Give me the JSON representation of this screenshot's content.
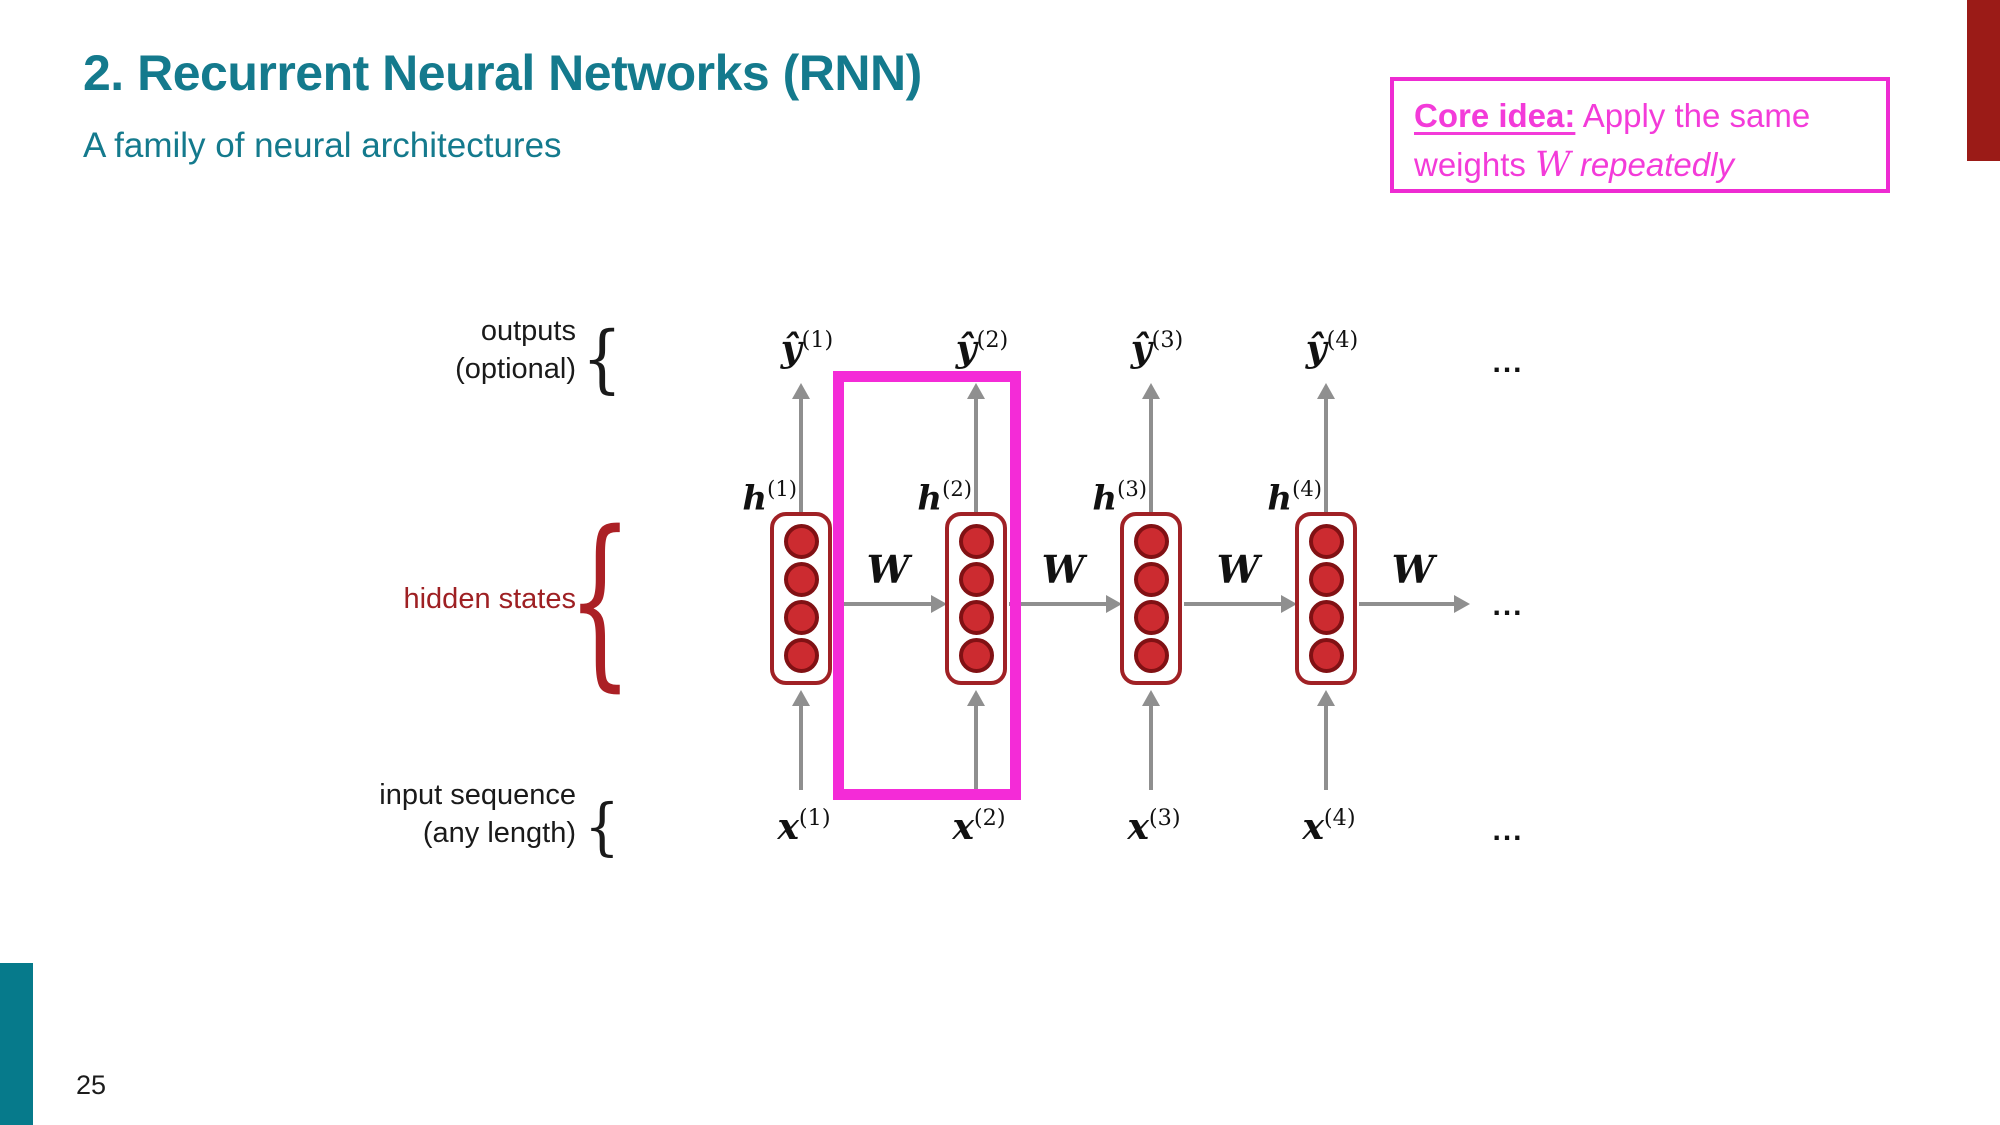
{
  "slide": {
    "title": "2. Recurrent Neural Networks (RNN)",
    "subtitle": "A family of neural architectures",
    "page_number": "25"
  },
  "colors": {
    "title_teal": "#147a8d",
    "corner_teal_bar": "#067a8b",
    "corner_dark_red_bar": "#9b1b17",
    "magenta_accent": "#f42bd7",
    "hidden_states_red": "#9e2023",
    "node_fill_red": "#cc2b30",
    "node_border_red": "#811114",
    "rect_border_red": "#a02125",
    "arrow_gray": "#8f8f8f"
  },
  "core_idea": {
    "heading": "Core idea:",
    "text_before_w": " Apply the same weights ",
    "w_symbol": "W",
    "text_after_w": " repeatedly"
  },
  "diagram": {
    "labels": {
      "outputs_line1": "outputs",
      "outputs_line2": "(optional)",
      "hidden_states": "hidden states",
      "inputs_line1": "input sequence",
      "inputs_line2": "(any length)",
      "brace": "{"
    },
    "weight_label": "W",
    "ellipsis": "...",
    "columns": [
      {
        "y_base": "ŷ",
        "y_sup": "(1)",
        "h_base": "h",
        "h_sup": "(1)",
        "x_base": "x",
        "x_sup": "(1)"
      },
      {
        "y_base": "ŷ",
        "y_sup": "(2)",
        "h_base": "h",
        "h_sup": "(2)",
        "x_base": "x",
        "x_sup": "(2)"
      },
      {
        "y_base": "ŷ",
        "y_sup": "(3)",
        "h_base": "h",
        "h_sup": "(3)",
        "x_base": "x",
        "x_sup": "(3)"
      },
      {
        "y_base": "ŷ",
        "y_sup": "(4)",
        "h_base": "h",
        "h_sup": "(4)",
        "x_base": "x",
        "x_sup": "(4)"
      }
    ]
  }
}
